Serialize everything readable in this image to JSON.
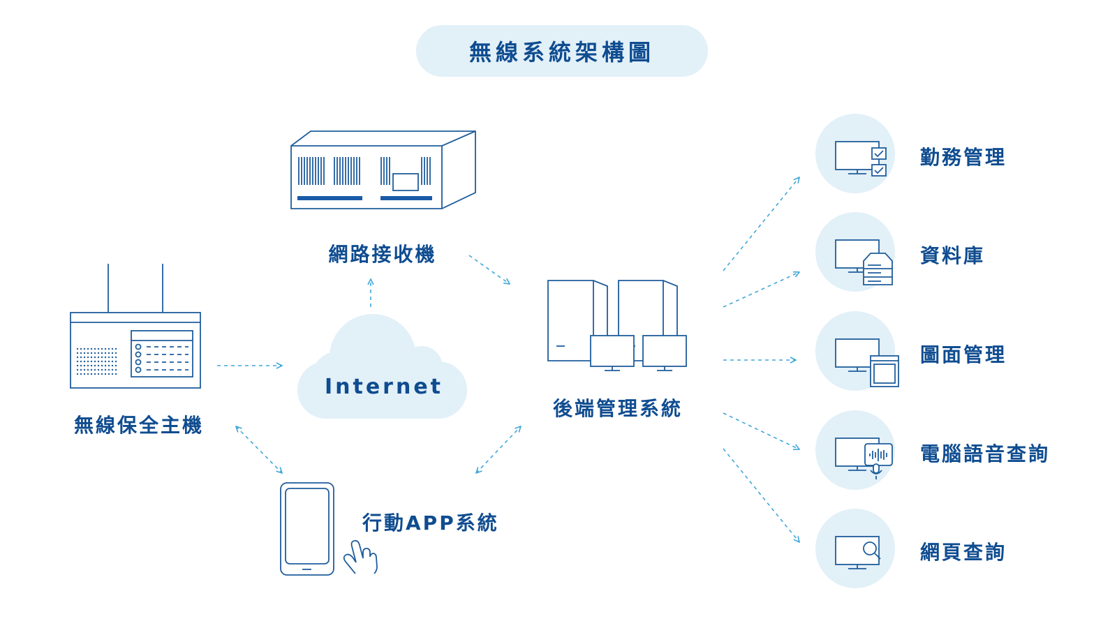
{
  "title": "無線系統架構圖",
  "nodes": {
    "security_host": "無線保全主機",
    "network_receiver": "網路接收機",
    "internet": "Internet",
    "backend": "後端管理系統",
    "mobile_app": "行動APP系統"
  },
  "services": [
    {
      "label": "勤務管理",
      "icon": "monitor-checklist-icon"
    },
    {
      "label": "資料庫",
      "icon": "monitor-database-icon"
    },
    {
      "label": "圖面管理",
      "icon": "monitor-window-icon"
    },
    {
      "label": "電腦語音查詢",
      "icon": "monitor-voice-icon"
    },
    {
      "label": "網頁查詢",
      "icon": "monitor-search-icon"
    }
  ],
  "colors": {
    "primary": "#0f4c90",
    "line": "#1f5d9c",
    "dashed_arrow": "#3fa6d8",
    "pill_background": "#e2f0f8"
  }
}
